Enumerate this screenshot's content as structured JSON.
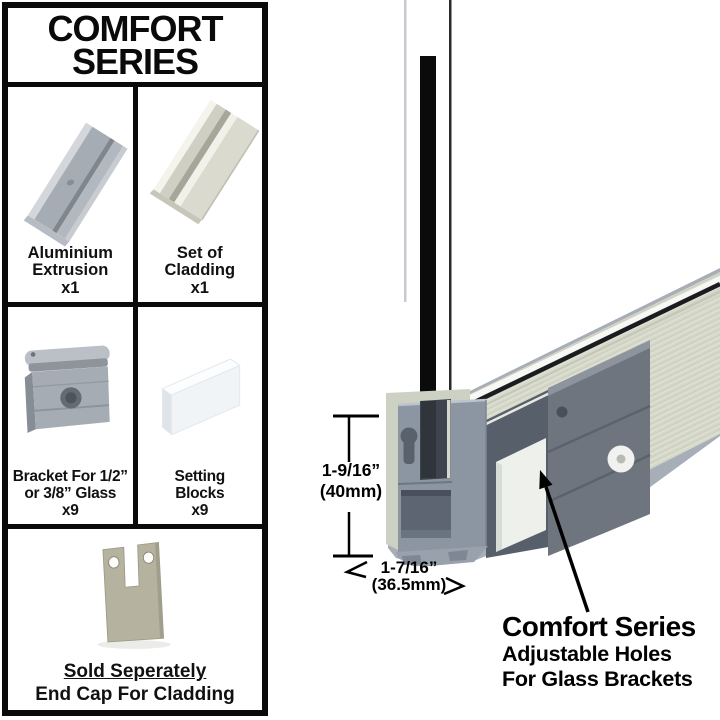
{
  "title": {
    "line1": "COMFORT",
    "line2": "SERIES"
  },
  "parts": {
    "extrusion": {
      "lines": [
        "Aluminium",
        "Extrusion",
        "x1"
      ]
    },
    "cladding": {
      "lines": [
        "Set of",
        "Cladding",
        "x1"
      ]
    },
    "bracket": {
      "lines": [
        "Bracket For 1/2”",
        "or 3/8” Glass",
        "x9"
      ]
    },
    "setting_blocks": {
      "lines": [
        "Setting",
        "Blocks",
        "x9"
      ]
    },
    "end_cap": {
      "sold_note": "Sold Seperately",
      "label": "End Cap For Cladding"
    }
  },
  "diagram": {
    "height_dim": {
      "value": "1-9/16”",
      "metric": "(40mm)"
    },
    "width_dim": {
      "value": "1-7/16”",
      "metric": "(36.5mm)"
    },
    "callout": {
      "line1": "Comfort Series",
      "line2": "Adjustable Holes",
      "line3": "For Glass Brackets"
    }
  },
  "colors": {
    "frame_black": "#0a0a0a",
    "extrusion_gray": "#8c96a3",
    "cladding_silver": "#d6d9ca",
    "bracket_gray": "#6e757e",
    "glass_edge_black": "#0b0b0c",
    "setting_block_white": "#eef0ec",
    "end_cap_beige": "#b5b2a0"
  }
}
